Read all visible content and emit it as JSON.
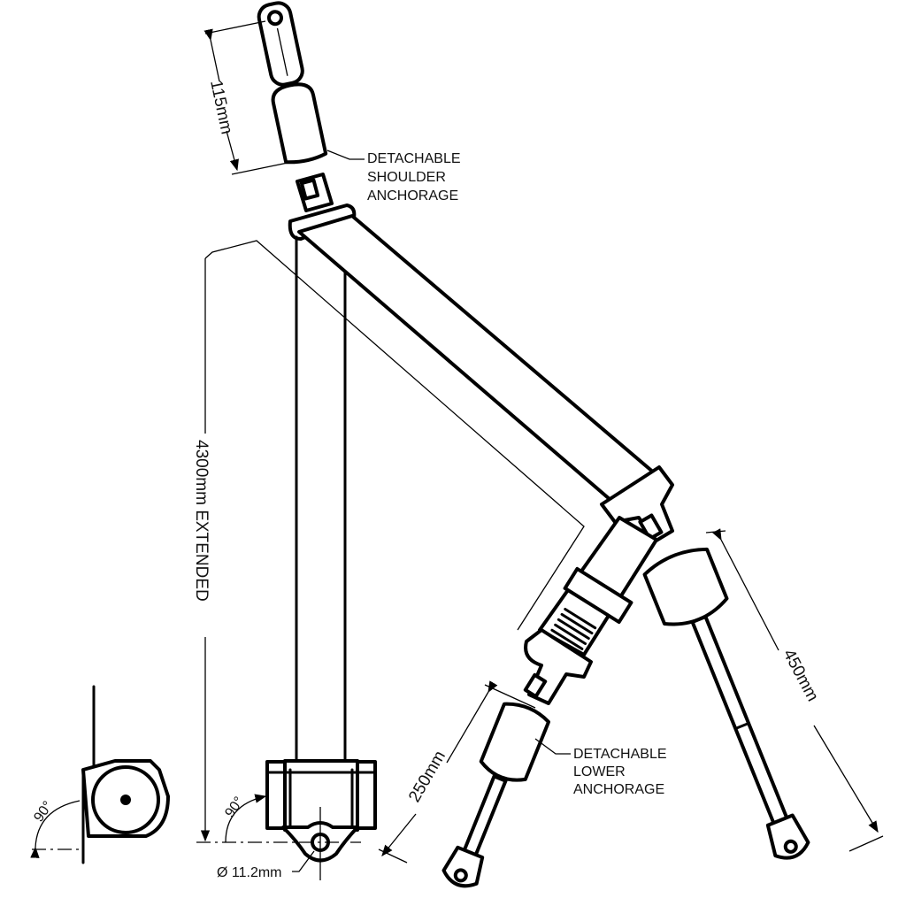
{
  "diagram": {
    "labels": {
      "shoulder_length": "115mm",
      "shoulder_anchorage": [
        "DETACHABLE",
        "SHOULDER",
        "ANCHORAGE"
      ],
      "extended_length": "4300mm EXTENDED",
      "angle_side": "90°",
      "angle_front": "90°",
      "hole_diameter": "Ø 11.2mm",
      "lower_left_length": "250mm",
      "lower_anchorage": [
        "DETACHABLE",
        "LOWER",
        "ANCHORAGE"
      ],
      "lower_right_length": "450mm"
    },
    "colors": {
      "line": "#000000",
      "background": "#ffffff"
    }
  }
}
